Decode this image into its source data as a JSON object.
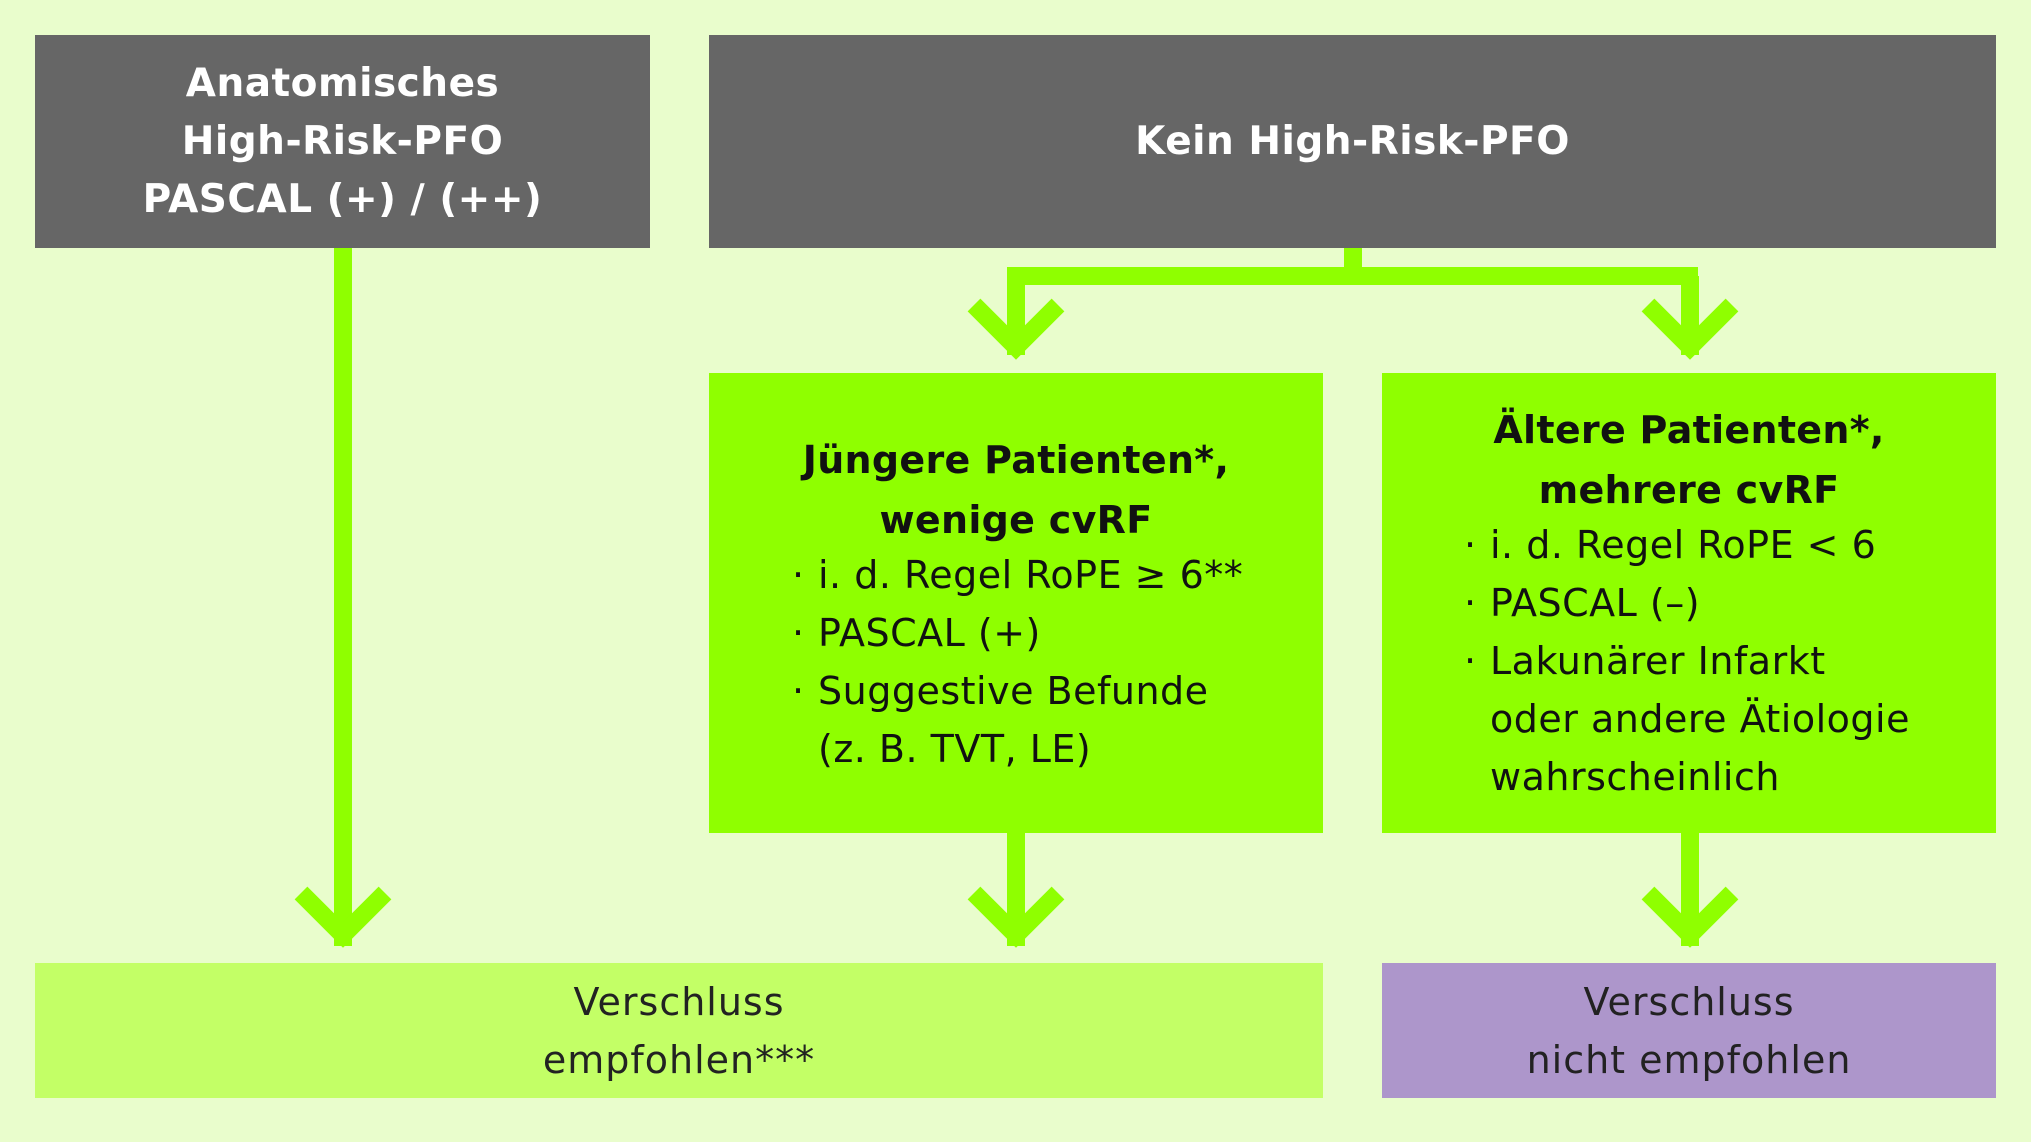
{
  "boxes": {
    "high_risk": {
      "lines": [
        "Anatomisches",
        "High-Risk-PFO",
        "PASCAL (+) / (++)"
      ]
    },
    "kein_high_risk": {
      "lines": [
        "Kein High-Risk-PFO"
      ]
    },
    "juengere": {
      "title": [
        "Jüngere Patienten*,",
        "wenige cvRF"
      ],
      "bullets": [
        "i. d. Regel RoPE ≥ 6**",
        "PASCAL (+)",
        "Suggestive Befunde",
        "(z. B. TVT, LE)"
      ]
    },
    "aeltere": {
      "title": [
        "Ältere Patienten*,",
        "mehrere cvRF"
      ],
      "bullets": [
        "i. d. Regel RoPE < 6",
        "PASCAL (–)",
        "Lakunärer Infarkt",
        "oder andere Ätiologie",
        "wahrscheinlich"
      ]
    },
    "verschluss_empfohlen": {
      "lines": [
        "Verschluss",
        "empfohlen***"
      ]
    },
    "verschluss_nicht": {
      "lines": [
        "Verschluss",
        "nicht empfohlen"
      ]
    }
  },
  "colors": {
    "background": "#e9fdcc",
    "dark_box": "#666666",
    "green_box": "#8fff00",
    "light_green_box": "#c3ff66",
    "purple_box": "#ad96cb",
    "arrow": "#8fff00"
  }
}
